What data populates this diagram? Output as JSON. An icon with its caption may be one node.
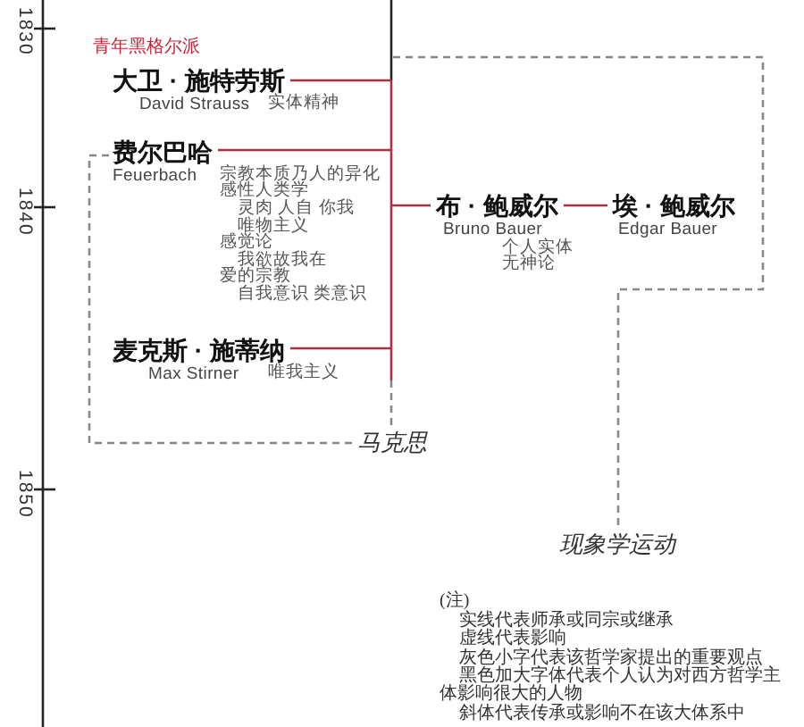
{
  "diagram": {
    "nodes": [
      {
        "text": [
          "大卫 · 施特劳斯",
          "David Strauss"
        ],
        "beside": [
          "实体精神"
        ]
      },
      {
        "text": [
          "费尔巴哈",
          "Feuerbach"
        ],
        "beside": [
          "宗教本质乃人的异化",
          "感性人类学",
          "灵肉 人自 你我",
          "唯物主义",
          "感觉论",
          "我欲故我在",
          "爱的宗教",
          "自我意识 类意识"
        ]
      },
      {
        "text": [
          "布 · 鲍威尔",
          "Bruno Bauer"
        ],
        "beside": [
          "个人实体",
          "无神论"
        ]
      },
      {
        "text": [
          "埃 · 鲍威尔",
          "Edgar Bauer"
        ]
      },
      {
        "text": [
          "麦克斯 · 施蒂纳",
          "Max Stirner"
        ],
        "beside": [
          "唯我主义"
        ]
      },
      {
        "text": [
          "马克思"
        ]
      },
      {
        "text": [
          "现象学运动"
        ]
      }
    ],
    "edges": [
      {
        "from": null,
        "to": 0,
        "arrow": "none"
      },
      {
        "from": null,
        "to": 1,
        "arrow": "none"
      },
      {
        "from": null,
        "to": 2,
        "arrow": "none"
      },
      {
        "from": 2,
        "to": 3,
        "arrow": "none"
      },
      {
        "from": null,
        "to": 4,
        "arrow": "none"
      },
      {
        "from": null,
        "to": 5,
        "arrow": "none",
        "style": "dashed",
        "color": "#888888"
      },
      {
        "from": 1,
        "to": 5,
        "arrow": "none",
        "style": "dashed",
        "color": "#888888"
      },
      {
        "from": null,
        "to": 6,
        "arrow": "none",
        "style": "dashed",
        "color": "#888888"
      }
    ],
    "labels": [
      "1830",
      "青年黑格尔派",
      "1840",
      "1850",
      "(注)",
      "实线代表师承或同宗或继承",
      "虚线代表影响",
      "灰色小字代表该哲学家提出的重要观点",
      "黑色加大字体代表个人认为对西方哲学主体影响很大的人物",
      "斜体代表传承或影响不在该大体系中"
    ]
  }
}
